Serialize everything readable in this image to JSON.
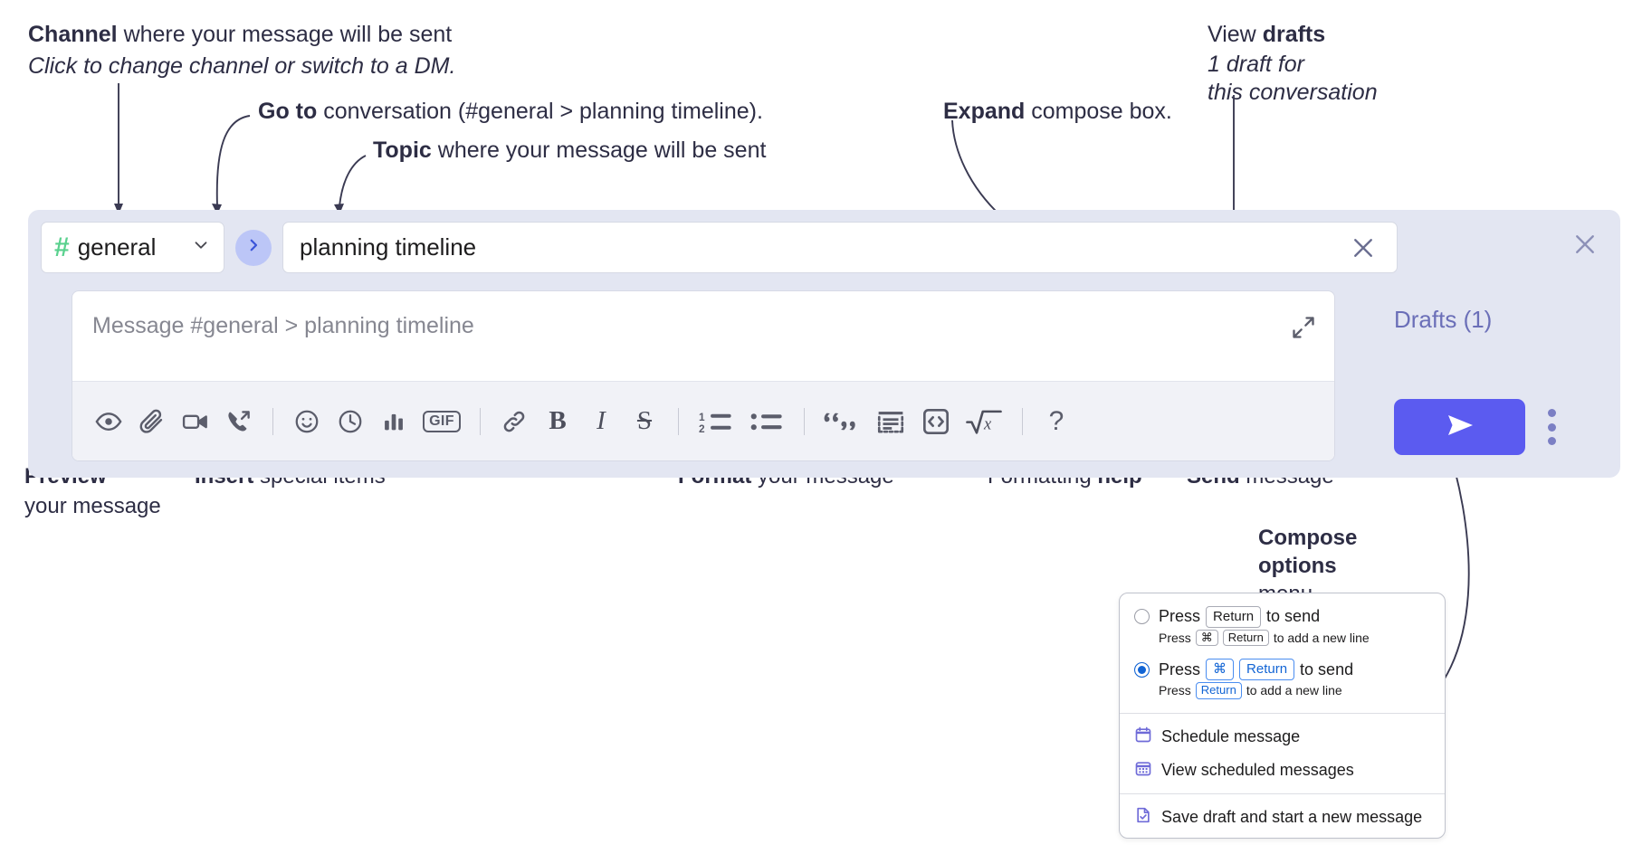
{
  "annotations": {
    "channel": {
      "strong": "Channel",
      "rest": " where your message will be sent",
      "italic": "Click to change channel or switch to a DM."
    },
    "goto": {
      "strong": "Go to",
      "rest": " conversation (#general > planning timeline)."
    },
    "topic": {
      "strong": "Topic",
      "rest": " where your message will be sent"
    },
    "expand": {
      "strong": "Expand",
      "rest": " compose box."
    },
    "drafts": {
      "strong1": "View ",
      "strong2": "drafts",
      "italic1": "1 draft for",
      "italic2": "this conversation"
    },
    "preview": {
      "strong": "Preview",
      "rest": "your message"
    },
    "insert": {
      "strong": "Insert",
      "rest": " special items"
    },
    "format": {
      "strong": "Format",
      "rest": " your message"
    },
    "help": {
      "pre": "Formatting ",
      "strong": "help"
    },
    "send": {
      "strong": "Send",
      "rest": " message"
    },
    "compose_options": {
      "strong1": "Compose",
      "strong2": "options",
      "rest": "menu"
    }
  },
  "compose": {
    "channel": {
      "hash": "#",
      "name": "general"
    },
    "topic_value": "planning timeline",
    "message_placeholder": "Message #general > planning timeline",
    "drafts_label": "Drafts (1)",
    "toolbar": {
      "group1": [
        {
          "name": "preview-icon",
          "title": "Preview"
        },
        {
          "name": "attachment-icon",
          "title": "Attach file"
        },
        {
          "name": "video-icon",
          "title": "Video clip"
        },
        {
          "name": "audio-call-icon",
          "title": "Huddle"
        }
      ],
      "group2": [
        {
          "name": "emoji-icon",
          "title": "Emoji"
        },
        {
          "name": "clock-icon",
          "title": "Reminder"
        },
        {
          "name": "poll-icon",
          "title": "Poll"
        },
        {
          "name": "gif-icon",
          "title": "GIF",
          "label": "GIF"
        }
      ],
      "group3": [
        {
          "name": "link-icon",
          "title": "Link"
        },
        {
          "name": "bold-icon",
          "title": "Bold",
          "label": "B"
        },
        {
          "name": "italic-icon",
          "title": "Italic",
          "label": "I"
        },
        {
          "name": "strikethrough-icon",
          "title": "Strikethrough",
          "label": "S"
        }
      ],
      "group4": [
        {
          "name": "ordered-list-icon",
          "title": "Ordered list"
        },
        {
          "name": "bulleted-list-icon",
          "title": "Bulleted list"
        }
      ],
      "group5": [
        {
          "name": "blockquote-icon",
          "title": "Blockquote"
        },
        {
          "name": "code-block-icon",
          "title": "Code block"
        },
        {
          "name": "code-icon",
          "title": "Code"
        },
        {
          "name": "math-icon",
          "title": "Math"
        }
      ],
      "help": {
        "name": "help-icon",
        "label": "?"
      }
    }
  },
  "options_menu": {
    "radio_options": [
      {
        "selected": false,
        "prefix": "Press",
        "keys": [
          "Return"
        ],
        "suffix": "to send",
        "sub_prefix": "Press",
        "sub_keys": [
          "⌘",
          "Return"
        ],
        "sub_suffix": "to add a new line"
      },
      {
        "selected": true,
        "prefix": "Press",
        "keys": [
          "⌘",
          "Return"
        ],
        "suffix": "to send",
        "sub_prefix": "Press",
        "sub_keys": [
          "Return"
        ],
        "sub_suffix": "to add a new line"
      }
    ],
    "items": [
      {
        "icon": "calendar-icon",
        "label": "Schedule message"
      },
      {
        "icon": "calendar-grid-icon",
        "label": "View scheduled messages"
      },
      {
        "icon": "save-draft-icon",
        "label": "Save draft and start a new message"
      }
    ]
  },
  "colors": {
    "panel_bg": "#e3e6f2",
    "accent_send": "#5b5bf0",
    "hash_green": "#5ad18e",
    "drafts_text": "#6b6fb8",
    "goto_bubble": "#bcc6f7",
    "radio_blue": "#1264d4"
  }
}
